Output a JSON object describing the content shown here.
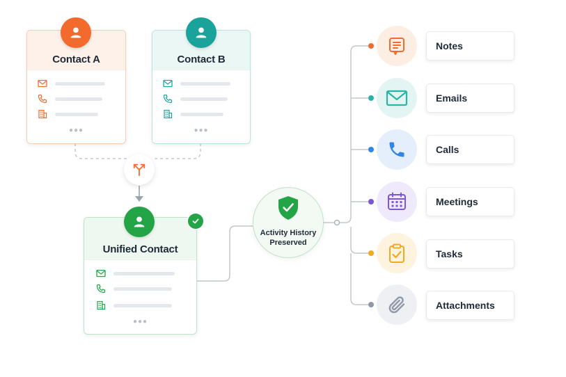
{
  "contacts": {
    "contact_a": {
      "title": "Contact A",
      "accent": "#f26a2c"
    },
    "contact_b": {
      "title": "Contact B",
      "accent": "#1aa39a"
    },
    "unified": {
      "title": "Unified Contact",
      "accent": "#22a447"
    }
  },
  "hub": {
    "line1": "Activity History",
    "line2": "Preserved",
    "accent": "#22a447"
  },
  "activities": [
    {
      "label": "Notes",
      "icon": "notes-icon",
      "color": "#f26a2c"
    },
    {
      "label": "Emails",
      "icon": "email-icon",
      "color": "#26b5a8"
    },
    {
      "label": "Calls",
      "icon": "phone-icon",
      "color": "#2f86e8"
    },
    {
      "label": "Meetings",
      "icon": "calendar-icon",
      "color": "#7a56d8"
    },
    {
      "label": "Tasks",
      "icon": "clipboard-check-icon",
      "color": "#f3a81f"
    },
    {
      "label": "Attachments",
      "icon": "paperclip-icon",
      "color": "#8f99a8"
    }
  ],
  "card_row_icons": [
    "mail-icon",
    "phone-icon",
    "building-icon"
  ],
  "merge_icon": "merge-arrows-icon"
}
